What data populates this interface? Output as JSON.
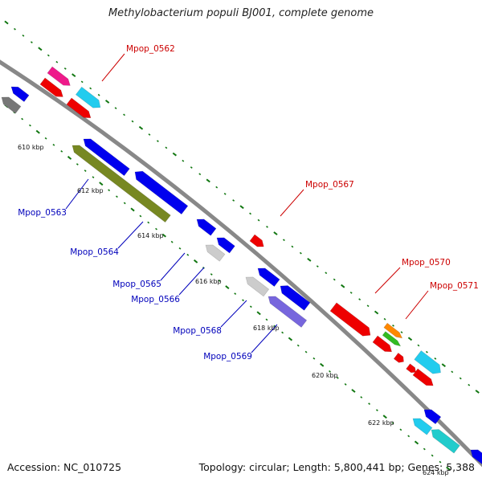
{
  "title": "Methylobacterium populi BJ001, complete genome",
  "footer": {
    "accession": "Accession: NC_010725",
    "summary": "Topology: circular; Length: 5,800,441 bp; Genes: 5,388"
  },
  "colors": {
    "backbone": "#888888",
    "tick": "#117711",
    "label_forward": "#cc0000",
    "label_reverse": "#0000bb",
    "tick_label": "#111111"
  },
  "tick_labels": [
    "610 kbp",
    "612 kbp",
    "614 kbp",
    "616 kbp",
    "618 kbp",
    "620 kbp",
    "622 kbp",
    "624 kbp"
  ],
  "gene_labels": [
    {
      "name": "Mpop_0562",
      "strand": "forward"
    },
    {
      "name": "Mpop_0563",
      "strand": "reverse"
    },
    {
      "name": "Mpop_0564",
      "strand": "reverse"
    },
    {
      "name": "Mpop_0565",
      "strand": "reverse"
    },
    {
      "name": "Mpop_0566",
      "strand": "reverse"
    },
    {
      "name": "Mpop_0567",
      "strand": "forward"
    },
    {
      "name": "Mpop_0568",
      "strand": "reverse"
    },
    {
      "name": "Mpop_0569",
      "strand": "reverse"
    },
    {
      "name": "Mpop_0570",
      "strand": "forward"
    },
    {
      "name": "Mpop_0571",
      "strand": "forward"
    }
  ],
  "genes": [
    {
      "strand": "forward",
      "color": "#ee1a8a"
    },
    {
      "strand": "forward",
      "color": "#ee0000"
    },
    {
      "strand": "forward",
      "color": "#ee0000"
    },
    {
      "strand": "forward",
      "color": "#22ccee"
    },
    {
      "strand": "forward",
      "color": "#ee0000"
    },
    {
      "strand": "forward",
      "color": "#ee0000"
    },
    {
      "strand": "forward",
      "color": "#ee0000"
    },
    {
      "strand": "forward",
      "color": "#ff8800"
    },
    {
      "strand": "forward",
      "color": "#33bb22"
    },
    {
      "strand": "forward",
      "color": "#ee0000"
    },
    {
      "strand": "forward",
      "color": "#ee0000"
    },
    {
      "strand": "forward",
      "color": "#22ccee"
    },
    {
      "strand": "forward",
      "color": "#ee0000"
    },
    {
      "strand": "reverse",
      "color": "#0000ee"
    },
    {
      "strand": "reverse",
      "color": "#777777"
    },
    {
      "strand": "reverse",
      "color": "#0000ee"
    },
    {
      "strand": "reverse",
      "color": "#778822"
    },
    {
      "strand": "reverse",
      "color": "#0000ee"
    },
    {
      "strand": "reverse",
      "color": "#0000ee"
    },
    {
      "strand": "reverse",
      "color": "#0000ee"
    },
    {
      "strand": "reverse",
      "color": "#cccccc"
    },
    {
      "strand": "reverse",
      "color": "#0000ee"
    },
    {
      "strand": "reverse",
      "color": "#cccccc"
    },
    {
      "strand": "reverse",
      "color": "#7766dd"
    },
    {
      "strand": "reverse",
      "color": "#0000ee"
    },
    {
      "strand": "reverse",
      "color": "#22ccee"
    },
    {
      "strand": "reverse",
      "color": "#0000ee"
    },
    {
      "strand": "reverse",
      "color": "#22cccc"
    },
    {
      "strand": "reverse",
      "color": "#0000ee"
    }
  ]
}
